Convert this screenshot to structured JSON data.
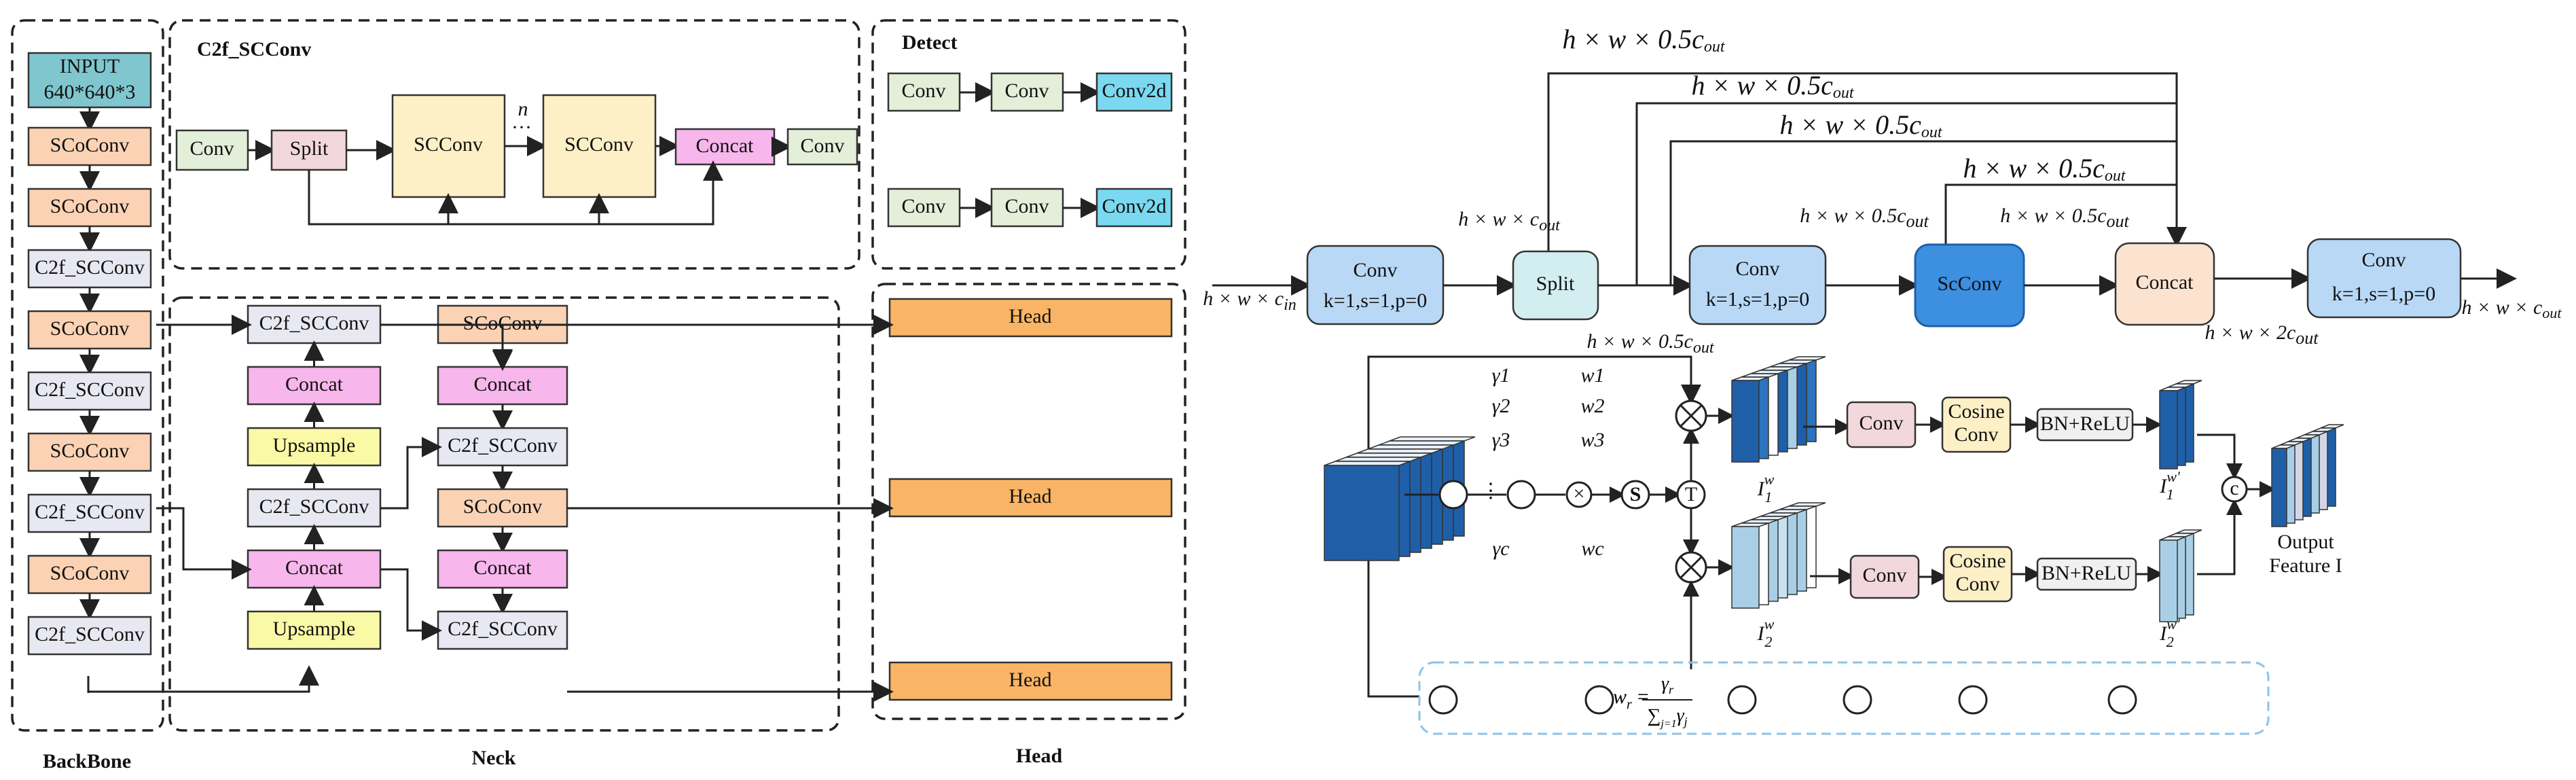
{
  "left": {
    "sections": {
      "backbone": "BackBone",
      "neck": "Neck",
      "head": "Head",
      "c2f_title": "C2f_SCConv",
      "detect_title": "Detect"
    },
    "backbone_input": [
      "INPUT",
      "640*640*3"
    ],
    "backbone_blocks": [
      "SCoConv",
      "SCoConv",
      "C2f_SCConv",
      "SCoConv",
      "C2f_SCConv",
      "SCoConv",
      "C2f_SCConv",
      "SCoConv",
      "C2f_SCConv"
    ],
    "c2f": {
      "conv1": "Conv",
      "split": "Split",
      "sc1": "SCConv",
      "dots": "···",
      "n": "n",
      "sc2": "SCConv",
      "concat": "Concat",
      "conv2": "Conv"
    },
    "detect": {
      "conv": "Conv",
      "conv2d": "Conv2d"
    },
    "neck": {
      "col1": [
        "C2f_SCConv",
        "Concat",
        "Upsample",
        "C2f_SCConv",
        "Concat",
        "Upsample"
      ],
      "col2": [
        "SCoConv",
        "Concat",
        "C2f_SCConv",
        "SCoConv",
        "Concat",
        "C2f_SCConv"
      ]
    },
    "head_blocks": [
      "Head",
      "Head",
      "Head"
    ]
  },
  "right": {
    "input_label": "h × w × c",
    "input_sub": "in",
    "split": "Split",
    "conv1": [
      "Conv",
      "k=1,s=1,p=0"
    ],
    "conv_out": [
      "Conv",
      "k=1,s=1,p=0"
    ],
    "scconv": "ScConv",
    "concat": "Concat",
    "output_label": "h × w × c",
    "output_sub": "out",
    "hwc_out": "h × w × c",
    "hwc_out_sub": "out",
    "half": "h × w × 0.5c",
    "half_sub": "out",
    "two": "h × w × 2c",
    "two_sub": "out",
    "gammas": [
      "γ1",
      "γ2",
      "γ3",
      "γc"
    ],
    "weights": [
      "w1",
      "w2",
      "w3",
      "wc"
    ],
    "ops": {
      "conv": "Conv",
      "cosine": [
        "Cosine",
        "Conv"
      ],
      "bnrelu": "BN+ReLU",
      "s": "S",
      "t": "T",
      "times": "×",
      "c": "c"
    },
    "i1": "I",
    "i1_sup": "w",
    "i1_sub": "1",
    "i2": "I",
    "i2_sup": "w",
    "i2_sub": "2",
    "i1p": "I",
    "i1p_sup": "w'",
    "i1p_sub": "1",
    "i2p": "I",
    "i2p_sup": "w'",
    "i2p_sub": "2",
    "output_feature": [
      "Output",
      "Feature I"
    ],
    "formula": {
      "lhs": "w",
      "lhs_sub": "r",
      "num": "γ",
      "num_sub": "r",
      "den": "∑",
      "den_sub": "j=1",
      "den_var": "γ",
      "den_var_sub": "j"
    }
  },
  "colors": {
    "input": "#7fc6cf",
    "scoconv": "#fbd3b4",
    "c2f": "#e8e8f2",
    "conv_green": "#e3efd9",
    "split_pink": "#f2d8dc",
    "scconv_yellow": "#fdf0c6",
    "concat_magenta": "#f7b6ec",
    "conv2d_cyan": "#7ad9f0",
    "upsample_yellow": "#fafaa6",
    "head_orange": "#f9b565",
    "blue_box": "#b9d8f5",
    "split_teal": "#d3eef0",
    "scconv_blue": "#3d8fe0",
    "concat_peach": "#fbe3d0",
    "dark_blue": "#1f5fa8",
    "light_blue": "#a9cfe6"
  }
}
